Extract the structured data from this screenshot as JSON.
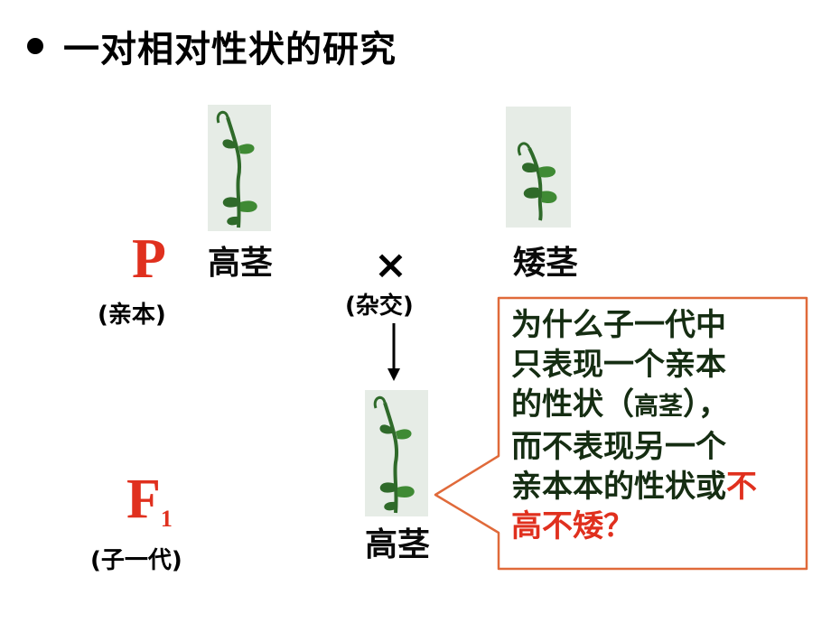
{
  "title": "一对相对性状的研究",
  "parent": {
    "letter": "P",
    "label": "(亲本)"
  },
  "cross": {
    "symbol": "×",
    "label": "(杂交)"
  },
  "f1": {
    "letter": "F",
    "subscript": "1",
    "label": "(子一代)"
  },
  "plants": {
    "tall_label": "高茎",
    "short_label": "矮茎",
    "offspring_label": "高茎"
  },
  "callout": {
    "line1": "为什么子一代中",
    "line2": "只表现一个亲本",
    "line3_prefix": "的性状（",
    "line3_inline": "高茎",
    "line3_suffix": "），",
    "line4": "而不表现另一个",
    "line5_prefix": "亲本本的性状或",
    "line5_red": "不",
    "line6_red": "高不矮",
    "line6_suffix": "？"
  },
  "colors": {
    "accent_red": "#e0301e",
    "callout_border": "#e06a3a",
    "callout_text": "#152d12",
    "leaf_green": "#2f6a2a"
  }
}
